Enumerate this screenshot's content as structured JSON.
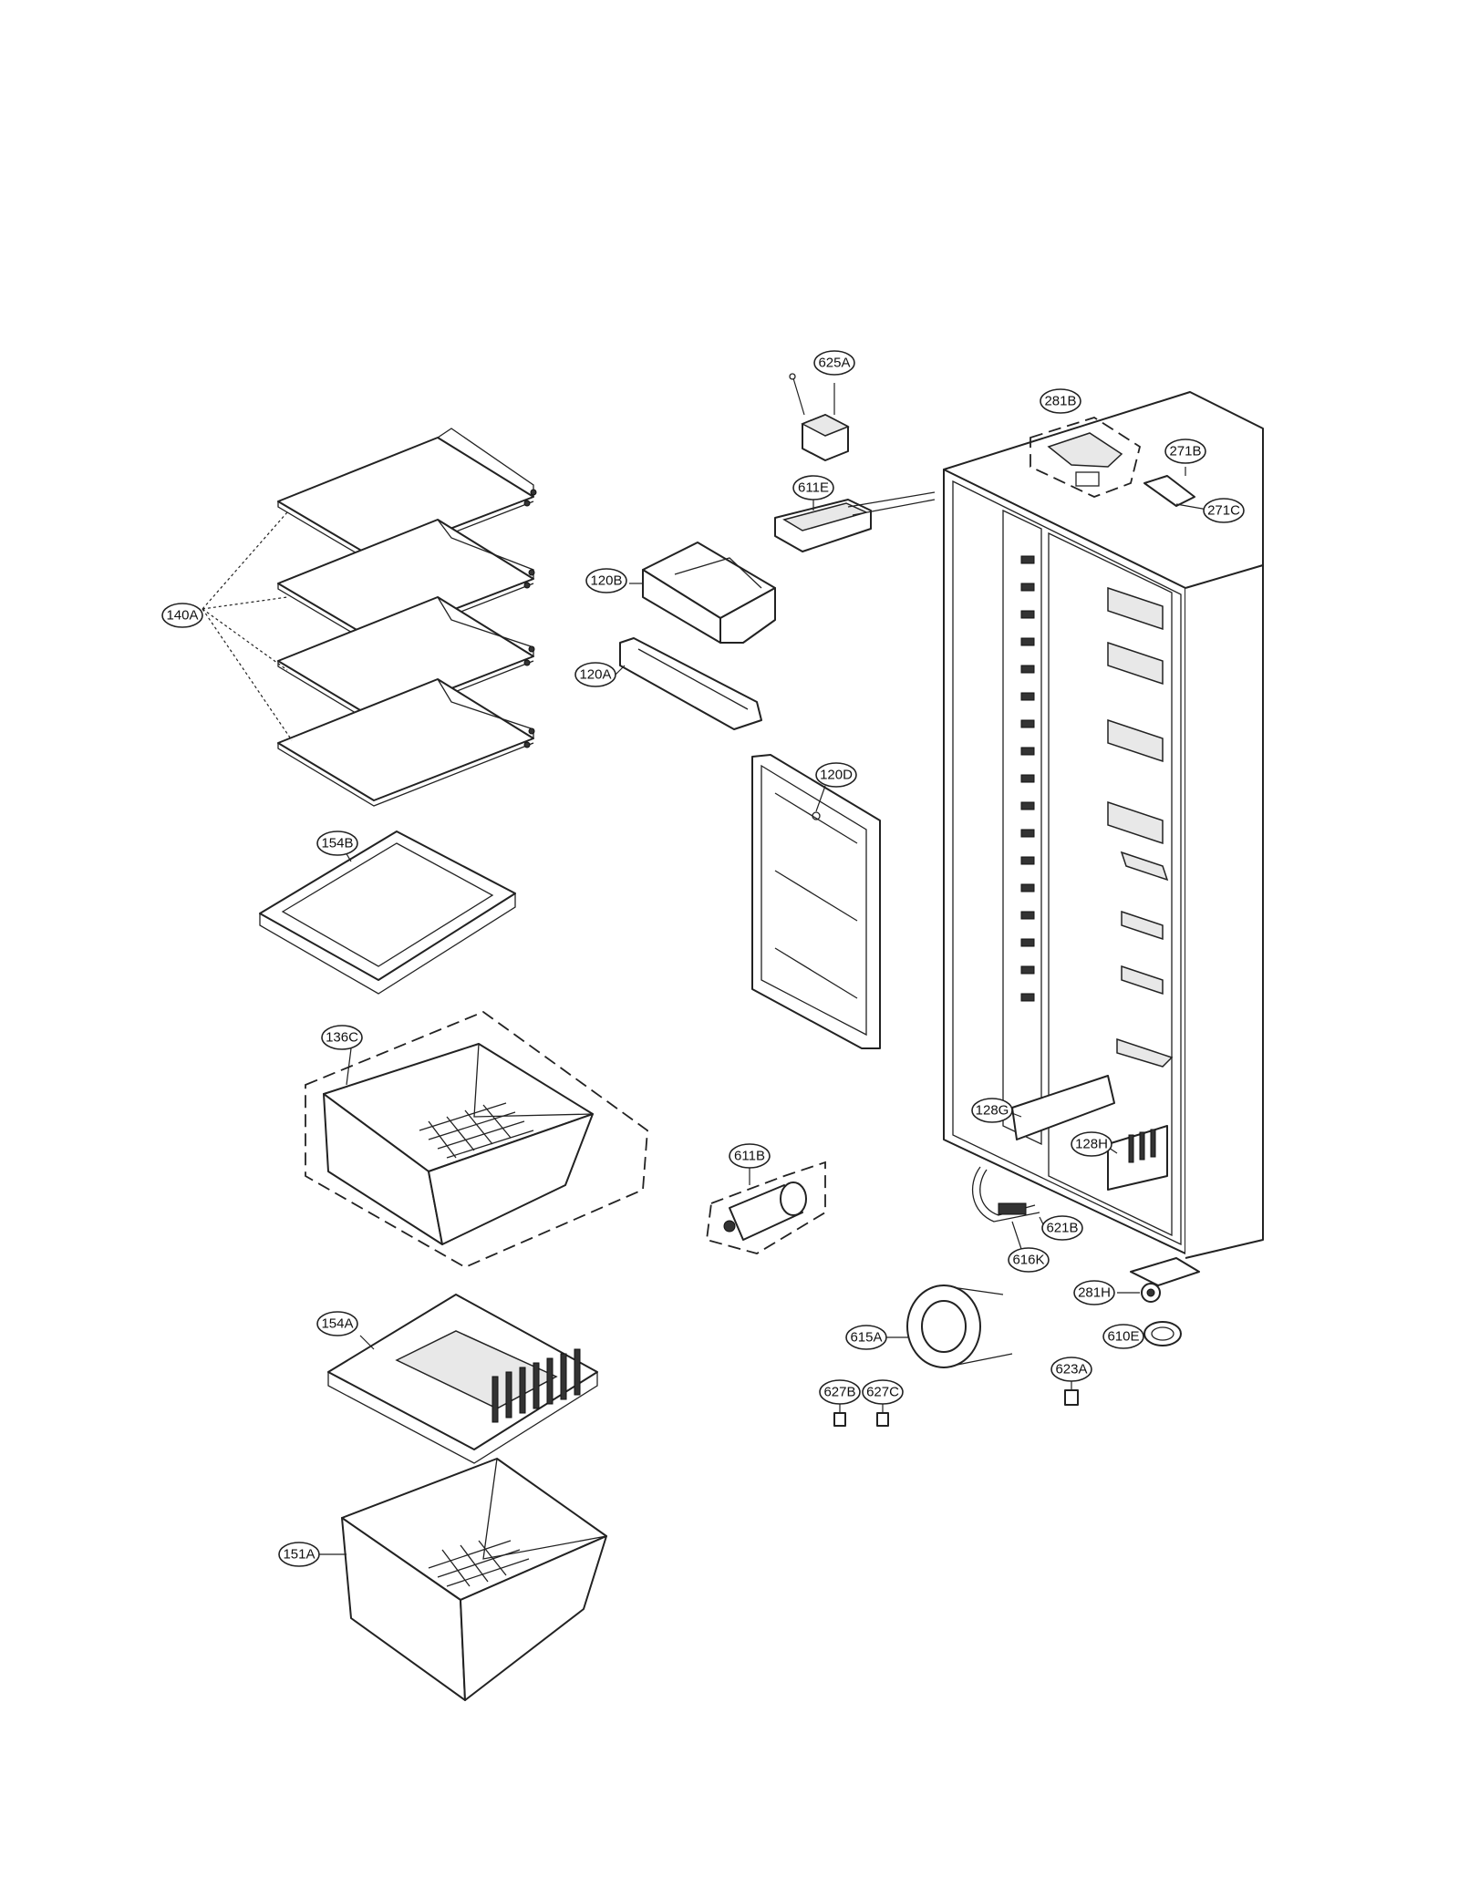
{
  "callouts": {
    "c625A": "625A",
    "c281B": "281B",
    "c271B": "271B",
    "c271C": "271C",
    "c611E": "611E",
    "c120B": "120B",
    "c140A": "140A",
    "c120A": "120A",
    "c120D": "120D",
    "c154B": "154B",
    "c136C": "136C",
    "c128G": "128G",
    "c128H": "128H",
    "c611B": "611B",
    "c621B": "621B",
    "c616K": "616K",
    "c281H": "281H",
    "c610E": "610E",
    "c615A": "615A",
    "c623A": "623A",
    "c627B": "627B",
    "c627C": "627C",
    "c154A": "154A",
    "c151A": "151A"
  }
}
